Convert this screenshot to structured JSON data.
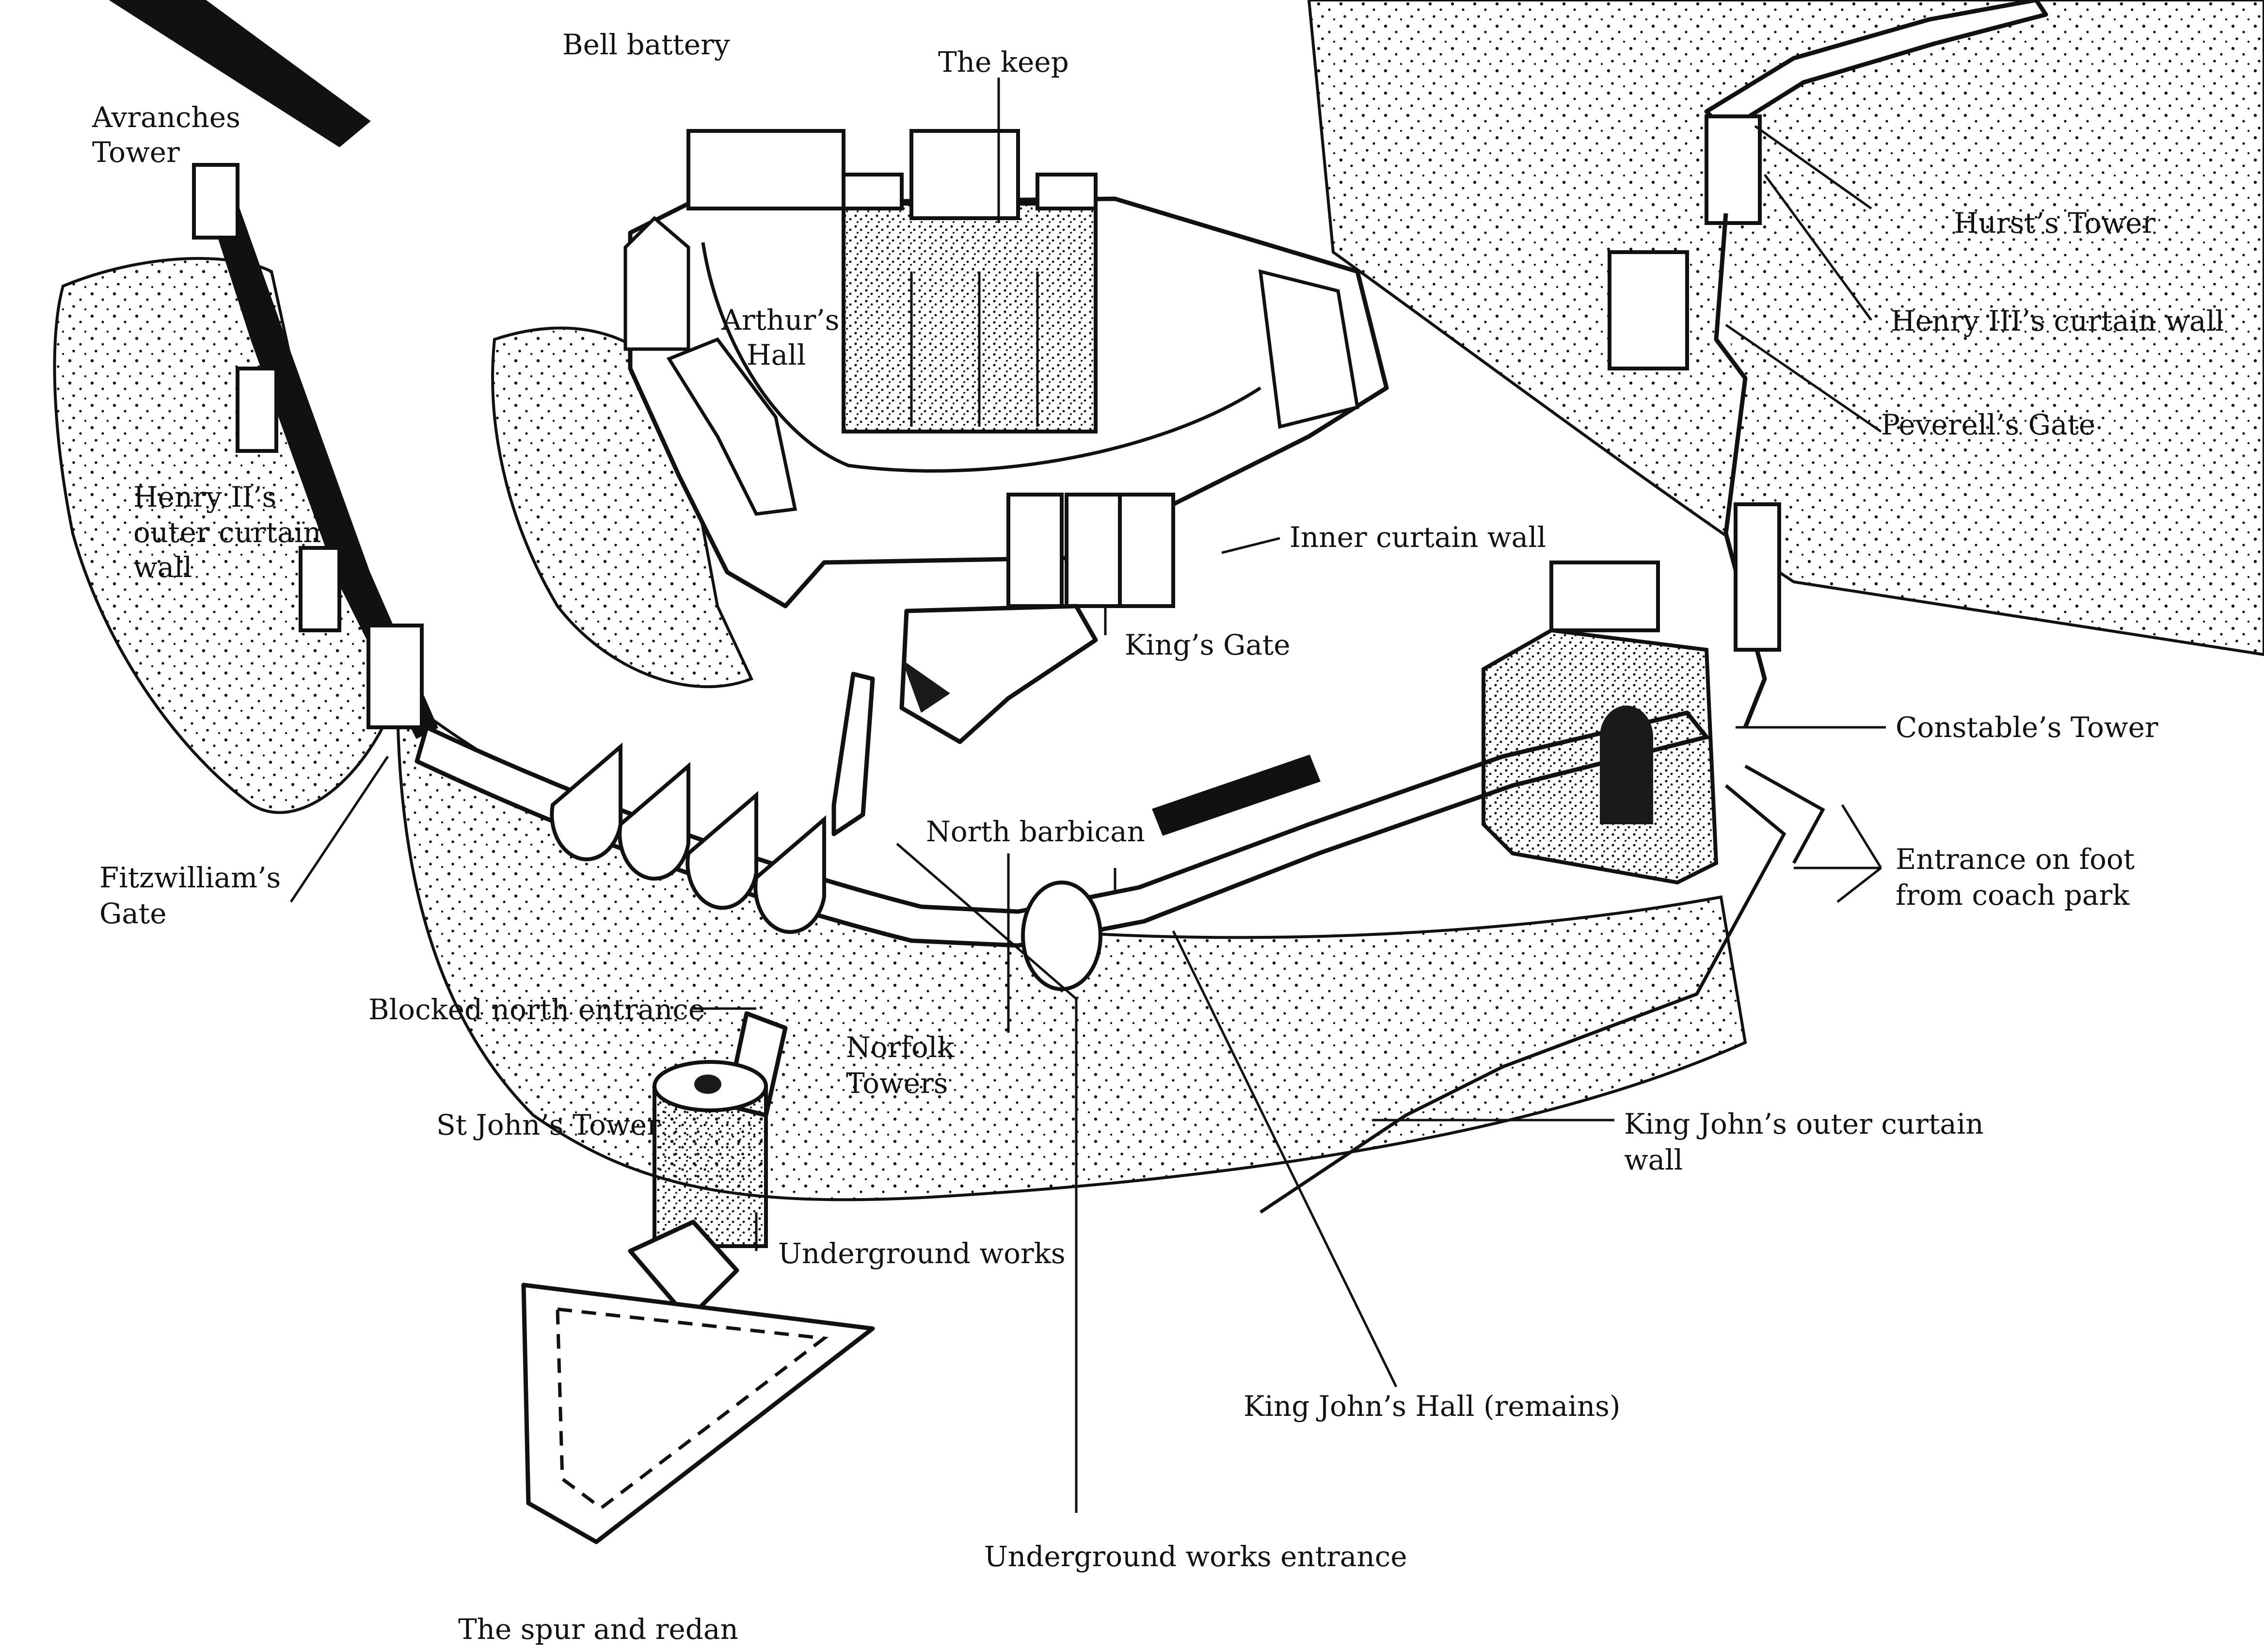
{
  "diagram": {
    "labels": {
      "bell_battery": "Bell battery",
      "the_keep": "The keep",
      "avranches_tower": [
        "Avranches",
        "Tower"
      ],
      "hursts_tower": "Hurst’s Tower",
      "henry3_curtain_wall": "Henry III’s curtain wall",
      "arthurs_hall": [
        "Arthur’s",
        "Hall"
      ],
      "peverells_gate": "Peverell’s Gate",
      "henry2_outer_curtain_wall": [
        "Henry II’s",
        "outer curtain",
        "wall"
      ],
      "inner_curtain_wall": "Inner curtain wall",
      "kings_gate": "King’s Gate",
      "constables_tower": "Constable’s Tower",
      "fitzwilliams_gate": [
        "Fitzwilliam’s",
        "Gate"
      ],
      "north_barbican": "North barbican",
      "entrance_on_foot": [
        "Entrance on foot",
        "from coach park"
      ],
      "blocked_north_entrance": "Blocked north entrance",
      "norfolk_towers": [
        "Norfolk",
        "Towers"
      ],
      "st_johns_tower": "St John’s Tower",
      "king_johns_outer_curtain_wall": [
        "King John’s outer curtain",
        "wall"
      ],
      "underground_works": "Underground works",
      "king_johns_hall": "King John’s Hall (remains)",
      "underground_works_entrance": "Underground works entrance",
      "spur_and_redan": "The spur and redan"
    }
  }
}
